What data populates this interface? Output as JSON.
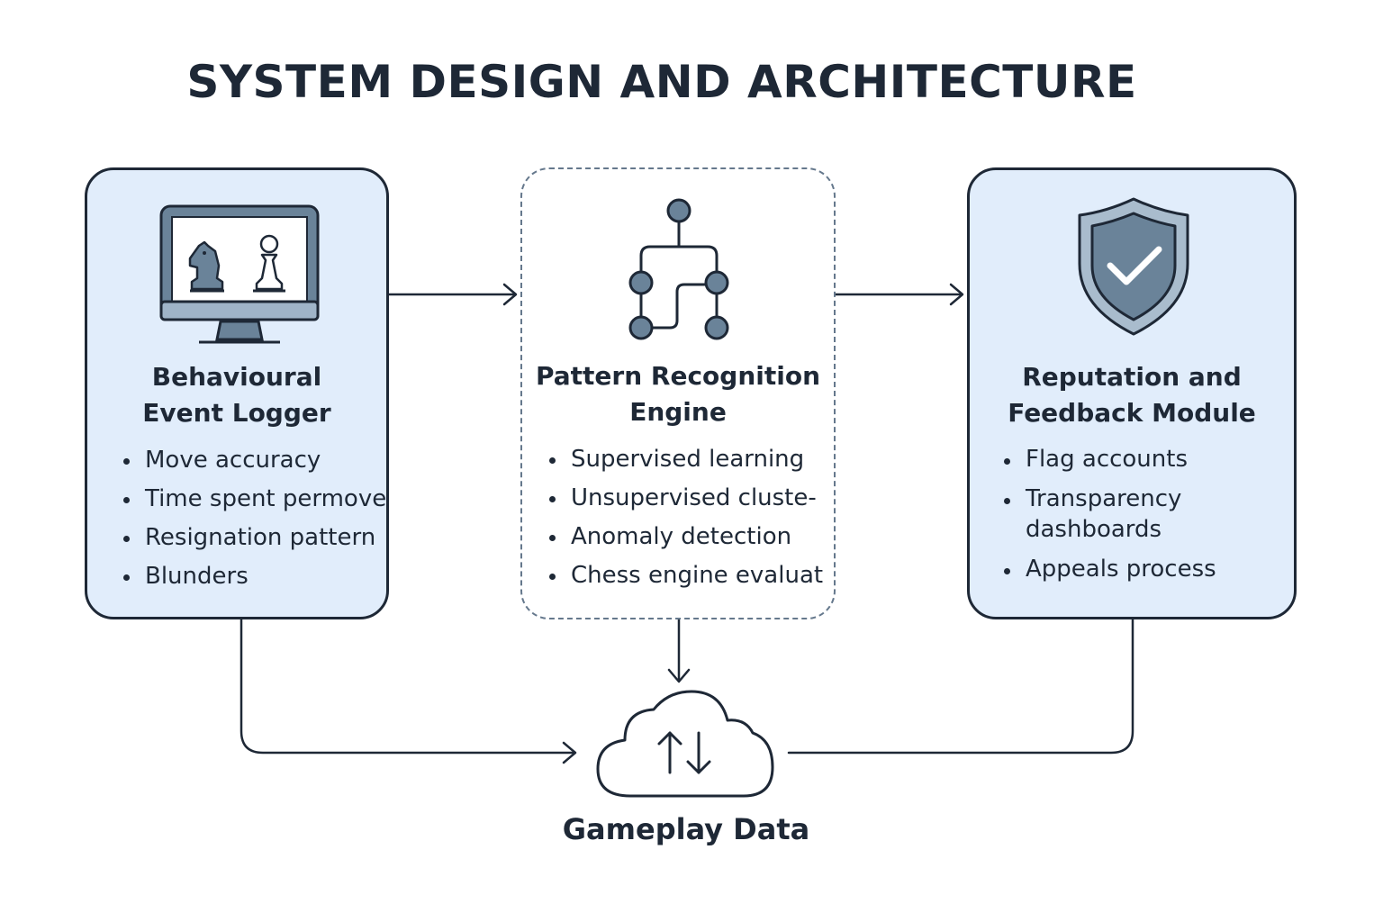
{
  "title": "SYSTEM DESIGN AND ARCHITECTURE",
  "colors": {
    "box_fill": "#e1edfb",
    "outline": "#1e2836",
    "icon_slate": "#6a8399",
    "dashed_border": "#65788c"
  },
  "nodes": {
    "logger": {
      "icon": "monitor-chess-icon",
      "title_lines": [
        "Behavioural",
        "Event Logger"
      ],
      "items": [
        "Move accuracy",
        "Time spent permove",
        "Resignation pattern",
        "Blunders"
      ]
    },
    "engine": {
      "icon": "network-graph-icon",
      "title_lines": [
        "Pattern Recognition",
        "Engine"
      ],
      "items": [
        "Supervised learning",
        "Unsupervised cluste-",
        "Anomaly detection",
        "Chess engine evaluat"
      ]
    },
    "reputation": {
      "icon": "shield-check-icon",
      "title_lines": [
        "Reputation and",
        "Feedback Module"
      ],
      "items": [
        "Flag accounts",
        "Transparency dashboards",
        "Appeals process"
      ]
    },
    "data": {
      "icon": "cloud-sync-icon",
      "label": "Gameplay Data"
    }
  }
}
